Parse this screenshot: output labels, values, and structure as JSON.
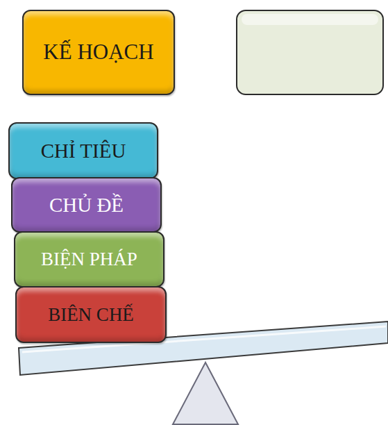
{
  "diagram": {
    "nodes": [
      {
        "text": [
          "KẾ HOẠCH"
        ]
      },
      {
        "text": [
          "CHỈ TIÊU"
        ]
      },
      {
        "text": [
          "CHỦ ĐỀ"
        ]
      },
      {
        "text": [
          "BIỆN PHÁP"
        ]
      },
      {
        "text": [
          "BIÊN CHẾ"
        ]
      }
    ]
  }
}
